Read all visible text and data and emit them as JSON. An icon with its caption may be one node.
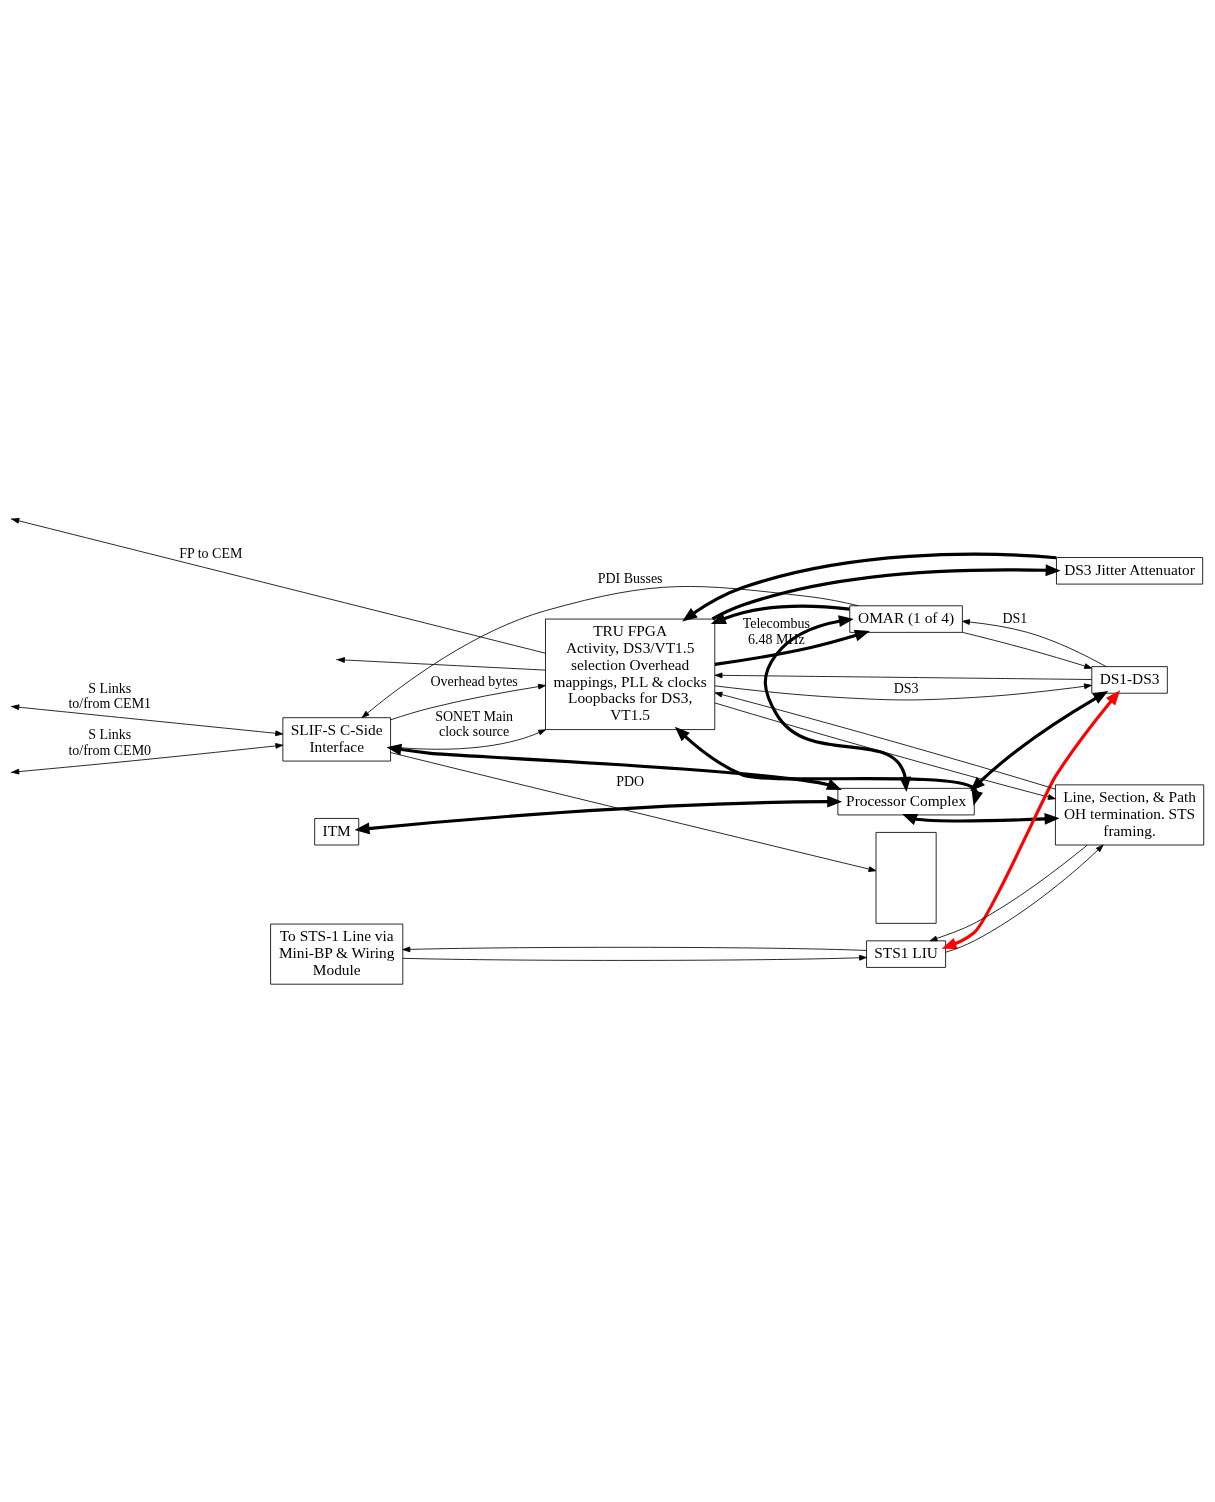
{
  "diagram": {
    "nodes": [
      {
        "text": [
          "TRU FPGA",
          "Activity, DS3/VT1.5 selection Overhead mappings, PLL & clocks Loopbacks for DS3, VT1.5"
        ]
      },
      {
        "text": [
          "SLIF-S C-Side Interface"
        ]
      },
      {
        "text": [],
        "shape": "box"
      },
      {
        "text": [
          "OMAR (1 of 4)"
        ]
      },
      {
        "text": [
          "DS1-DS3"
        ]
      },
      {
        "text": [
          "DS3 Jitter Attenuator"
        ]
      },
      {
        "text": [
          "ITM"
        ]
      },
      {
        "text": [
          "Processor Complex"
        ]
      },
      {
        "text": [
          "To STS-1 Line via Mini-BP & Wiring Module"
        ]
      },
      {
        "text": [
          "STS1 LIU"
        ]
      },
      {
        "text": [
          "Line, Section, & Path OH termination. STS framing."
        ]
      }
    ],
    "edges": [
      {
        "from": null,
        "to": 1,
        "arrow": "both",
        "label": "S Links to/from CEM0"
      },
      {
        "from": null,
        "to": 1,
        "arrow": "both",
        "label": "S Links to/from CEM1"
      },
      {
        "from": 0,
        "to": null,
        "arrow": "to",
        "label": "FP to CEM"
      },
      {
        "from": 1,
        "to": 0,
        "arrow": "to",
        "label": "SONET Main clock source"
      },
      {
        "from": 0,
        "to": null,
        "arrow": "to"
      },
      {
        "from": 1,
        "to": 0,
        "arrow": "to",
        "label": "Overhead bytes"
      },
      {
        "from": 1,
        "to": 2,
        "arrow": "to",
        "label": "PDO"
      },
      {
        "from": 3,
        "to": 1,
        "arrow": "to",
        "label": "PDI Busses"
      },
      {
        "from": 3,
        "to": 0,
        "arrow": "to",
        "style": "thick"
      },
      {
        "from": 0,
        "to": 3,
        "arrow": "to",
        "style": "thick",
        "label": "Telecombus 6.48 MHz"
      },
      {
        "from": 3,
        "to": 4,
        "arrow": "to"
      },
      {
        "from": 4,
        "to": 3,
        "arrow": "to",
        "label": "DS1"
      },
      {
        "from": 4,
        "to": 0,
        "arrow": "to"
      },
      {
        "from": 0,
        "to": 4,
        "arrow": "to",
        "label": "DS3"
      },
      {
        "from": 5,
        "to": 0,
        "arrow": "to",
        "style": "thick"
      },
      {
        "from": 0,
        "to": 5,
        "arrow": "to",
        "style": "thick"
      },
      {
        "from": 9,
        "to": 4,
        "arrow": "both",
        "style": "thick",
        "color": "#ff0000"
      },
      {
        "from": 1,
        "to": 7,
        "arrow": "both",
        "style": "thick"
      },
      {
        "from": 3,
        "to": 7,
        "arrow": "both",
        "style": "thick"
      },
      {
        "from": 4,
        "to": 7,
        "arrow": "both",
        "style": "thick"
      },
      {
        "from": 6,
        "to": 7,
        "arrow": "both",
        "style": "thick"
      },
      {
        "from": 7,
        "to": 0,
        "arrow": "both",
        "style": "thick"
      },
      {
        "from": 7,
        "to": 10,
        "arrow": "both",
        "style": "thick"
      },
      {
        "from": 9,
        "to": 8,
        "arrow": "to"
      },
      {
        "from": 8,
        "to": 9,
        "arrow": "to"
      },
      {
        "from": 10,
        "to": 9,
        "arrow": "to"
      },
      {
        "from": 9,
        "to": 10,
        "arrow": "to"
      },
      {
        "from": 0,
        "to": 10,
        "arrow": "to"
      },
      {
        "from": 10,
        "to": 0,
        "arrow": "to"
      }
    ]
  }
}
